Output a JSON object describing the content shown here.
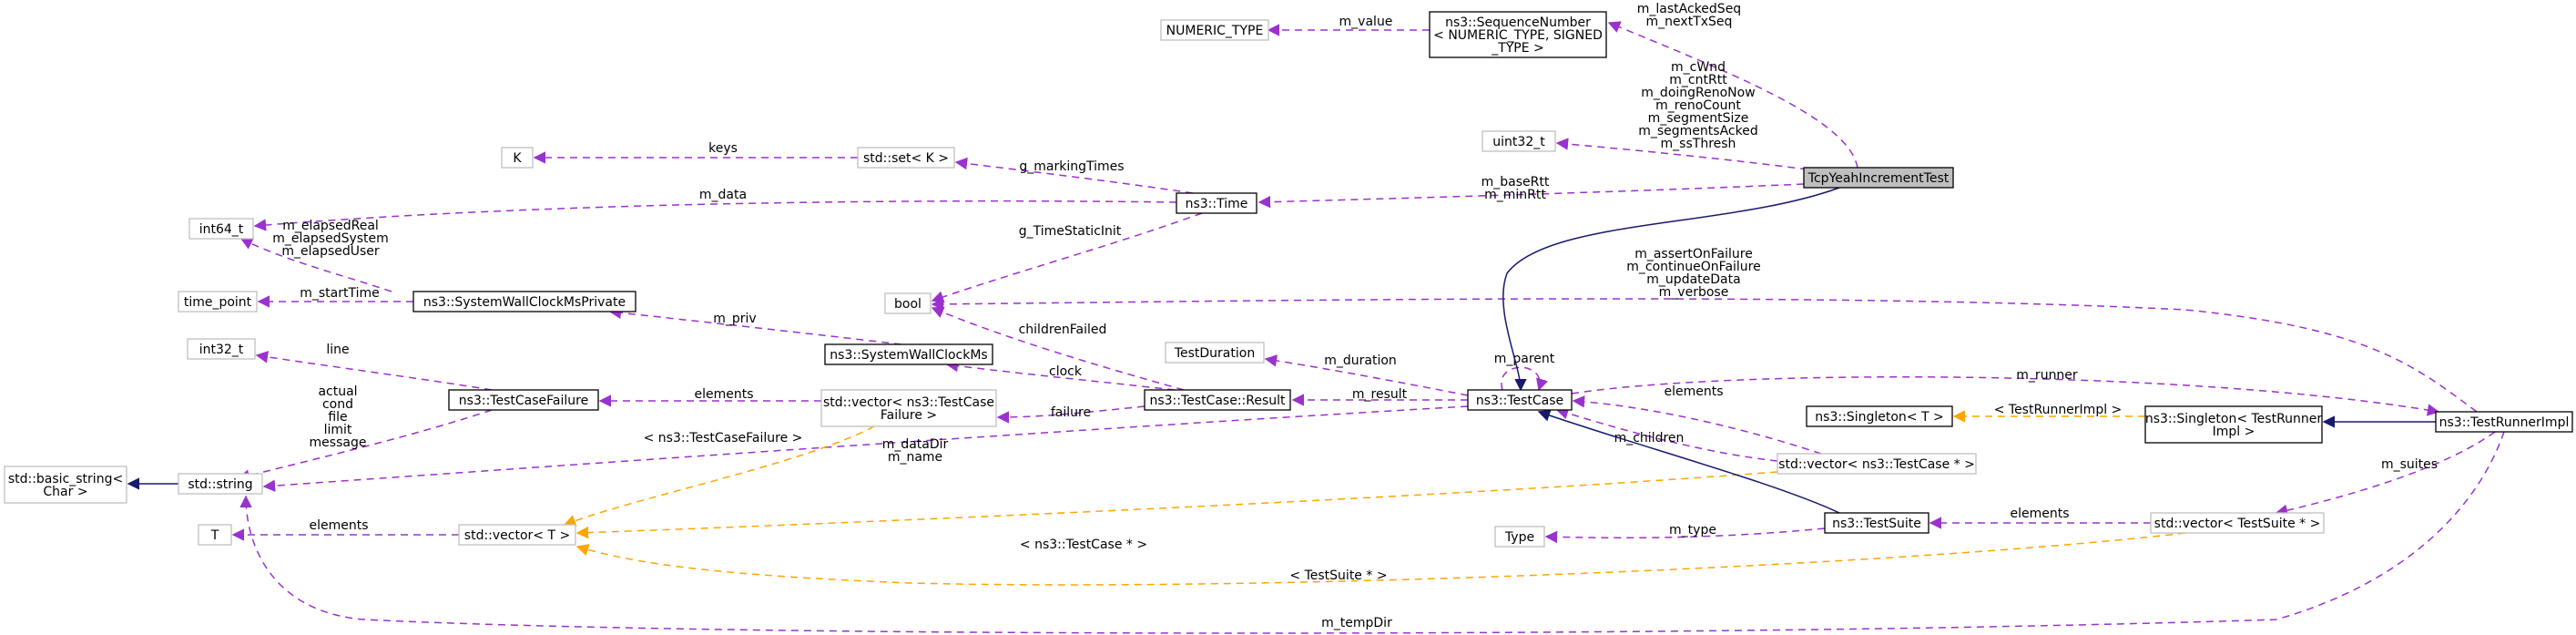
{
  "colors": {
    "usage": "#9a32cd",
    "template": "#ffa500",
    "inheritance": "#191970",
    "focus_fill": "#bfbfbf",
    "ghost_border": "#bfbfbf"
  },
  "nodes": [
    {
      "id": "tcpyeah",
      "lines": [
        "TcpYeahIncrementTest"
      ],
      "style": "focus"
    },
    {
      "id": "seqnum",
      "lines": [
        "ns3::SequenceNumber",
        "< NUMERIC_TYPE, SIGNED",
        "_TYPE >"
      ],
      "style": "normal"
    },
    {
      "id": "numeric_type",
      "lines": [
        "NUMERIC_TYPE"
      ],
      "style": "ghost"
    },
    {
      "id": "uint32",
      "lines": [
        "uint32_t"
      ],
      "style": "ghost"
    },
    {
      "id": "k",
      "lines": [
        "K"
      ],
      "style": "ghost"
    },
    {
      "id": "stdset",
      "lines": [
        "std::set< K >"
      ],
      "style": "ghost"
    },
    {
      "id": "time",
      "lines": [
        "ns3::Time"
      ],
      "style": "normal"
    },
    {
      "id": "int64",
      "lines": [
        "int64_t"
      ],
      "style": "ghost"
    },
    {
      "id": "time_point",
      "lines": [
        "time_point"
      ],
      "style": "ghost"
    },
    {
      "id": "swcmp",
      "lines": [
        "ns3::SystemWallClockMsPrivate"
      ],
      "style": "normal"
    },
    {
      "id": "bool",
      "lines": [
        "bool"
      ],
      "style": "ghost"
    },
    {
      "id": "swcm",
      "lines": [
        "ns3::SystemWallClockMs"
      ],
      "style": "normal"
    },
    {
      "id": "int32",
      "lines": [
        "int32_t"
      ],
      "style": "ghost"
    },
    {
      "id": "testcasefailure",
      "lines": [
        "ns3::TestCaseFailure"
      ],
      "style": "normal"
    },
    {
      "id": "vec_tcf",
      "lines": [
        "std::vector< ns3::TestCase",
        "Failure >"
      ],
      "style": "ghost"
    },
    {
      "id": "testduration",
      "lines": [
        "TestDuration"
      ],
      "style": "ghost"
    },
    {
      "id": "tcresult",
      "lines": [
        "ns3::TestCase::Result"
      ],
      "style": "normal"
    },
    {
      "id": "testcase",
      "lines": [
        "ns3::TestCase"
      ],
      "style": "normal"
    },
    {
      "id": "basic_string",
      "lines": [
        "std::basic_string<",
        "Char >"
      ],
      "style": "ghost"
    },
    {
      "id": "string",
      "lines": [
        "std::string"
      ],
      "style": "ghost"
    },
    {
      "id": "singleton_t",
      "lines": [
        "ns3::Singleton< T >"
      ],
      "style": "normal"
    },
    {
      "id": "singleton_tr",
      "lines": [
        "ns3::Singleton< TestRunner",
        "Impl >"
      ],
      "style": "normal"
    },
    {
      "id": "testrunnerimpl",
      "lines": [
        "ns3::TestRunnerImpl"
      ],
      "style": "normal"
    },
    {
      "id": "vec_tc",
      "lines": [
        "std::vector< ns3::TestCase * >"
      ],
      "style": "ghost"
    },
    {
      "id": "t",
      "lines": [
        "T"
      ],
      "style": "ghost"
    },
    {
      "id": "vec_t",
      "lines": [
        "std::vector< T >"
      ],
      "style": "ghost"
    },
    {
      "id": "type",
      "lines": [
        "Type"
      ],
      "style": "ghost"
    },
    {
      "id": "testsuite",
      "lines": [
        "ns3::TestSuite"
      ],
      "style": "normal"
    },
    {
      "id": "vec_ts",
      "lines": [
        "std::vector< TestSuite * >"
      ],
      "style": "ghost"
    }
  ],
  "edges": [
    {
      "id": "seqnum-value",
      "kind": "usage",
      "label": [
        "m_value"
      ]
    },
    {
      "id": "tcpyeah-lastacked",
      "kind": "usage",
      "label": [
        "m_lastAckedSeq",
        "m_nextTxSeq"
      ]
    },
    {
      "id": "tcpyeah-uint32",
      "kind": "usage",
      "label": [
        "m_cWnd",
        "m_cntRtt",
        "m_doingRenoNow",
        "m_renoCount",
        "m_segmentSize",
        "m_segmentsAcked",
        "m_ssThresh"
      ]
    },
    {
      "id": "stdset-keys",
      "kind": "usage",
      "label": [
        "keys"
      ]
    },
    {
      "id": "time-markingtimes",
      "kind": "usage",
      "label": [
        "g_markingTimes"
      ]
    },
    {
      "id": "tcpyeah-time",
      "kind": "usage",
      "label": [
        "m_baseRtt",
        "m_minRtt"
      ]
    },
    {
      "id": "time-data",
      "kind": "usage",
      "label": [
        "m_data"
      ]
    },
    {
      "id": "time-staticinit",
      "kind": "usage",
      "label": [
        "g_TimeStaticInit"
      ]
    },
    {
      "id": "swcmp-elapsed",
      "kind": "usage",
      "label": [
        "m_elapsedReal",
        "m_elapsedSystem",
        "m_elapsedUser"
      ]
    },
    {
      "id": "swcmp-starttime",
      "kind": "usage",
      "label": [
        "m_startTime"
      ]
    },
    {
      "id": "swcm-priv",
      "kind": "usage",
      "label": [
        "m_priv"
      ]
    },
    {
      "id": "tcresult-childrenfailed",
      "kind": "usage",
      "label": [
        "childrenFailed"
      ]
    },
    {
      "id": "tcresult-clock",
      "kind": "usage",
      "label": [
        "clock"
      ]
    },
    {
      "id": "tcresult-failure",
      "kind": "usage",
      "label": [
        "failure"
      ]
    },
    {
      "id": "testcase-duration",
      "kind": "usage",
      "label": [
        "m_duration"
      ]
    },
    {
      "id": "testcase-result",
      "kind": "usage",
      "label": [
        "m_result"
      ]
    },
    {
      "id": "testcase-parent",
      "kind": "usage",
      "label": [
        "m_parent"
      ]
    },
    {
      "id": "testcasefailure-line",
      "kind": "usage",
      "label": [
        "line"
      ]
    },
    {
      "id": "vec_tcf-elements",
      "kind": "usage",
      "label": [
        "elements"
      ]
    },
    {
      "id": "testcasefailure-strings",
      "kind": "usage",
      "label": [
        "actual",
        "cond",
        "file",
        "limit",
        "message"
      ]
    },
    {
      "id": "string-basic",
      "kind": "inherit",
      "label": []
    },
    {
      "id": "testcase-strings",
      "kind": "usage",
      "label": [
        "m_dataDir",
        "m_name"
      ]
    },
    {
      "id": "vec_tcf-template",
      "kind": "template",
      "label": [
        "< ns3::TestCaseFailure >"
      ]
    },
    {
      "id": "vec_t-elements",
      "kind": "usage",
      "label": [
        "elements"
      ]
    },
    {
      "id": "vec_tc-template",
      "kind": "template",
      "label": [
        "< ns3::TestCase * >"
      ]
    },
    {
      "id": "vec_ts-template",
      "kind": "template",
      "label": [
        "< TestSuite * >"
      ]
    },
    {
      "id": "testrunner-tempdir",
      "kind": "usage",
      "label": [
        "m_tempDir"
      ]
    },
    {
      "id": "testrunner-bool",
      "kind": "usage",
      "label": [
        "m_assertOnFailure",
        "m_continueOnFailure",
        "m_updateData",
        "m_verbose"
      ]
    },
    {
      "id": "testcase-runner",
      "kind": "usage",
      "label": [
        "m_runner"
      ]
    },
    {
      "id": "vec_tc-elements",
      "kind": "usage",
      "label": [
        "elements"
      ]
    },
    {
      "id": "testcase-children",
      "kind": "usage",
      "label": [
        "m_children"
      ]
    },
    {
      "id": "singleton-template",
      "kind": "template",
      "label": [
        "< TestRunnerImpl >"
      ]
    },
    {
      "id": "testrunner-singleton",
      "kind": "inherit",
      "label": []
    },
    {
      "id": "testrunner-suites",
      "kind": "usage",
      "label": [
        "m_suites"
      ]
    },
    {
      "id": "vec_ts-elements",
      "kind": "usage",
      "label": [
        "elements"
      ]
    },
    {
      "id": "testsuite-type",
      "kind": "usage",
      "label": [
        "m_type"
      ]
    },
    {
      "id": "testsuite-testcase",
      "kind": "inherit",
      "label": []
    },
    {
      "id": "tcpyeah-testcase",
      "kind": "inherit",
      "label": []
    }
  ]
}
